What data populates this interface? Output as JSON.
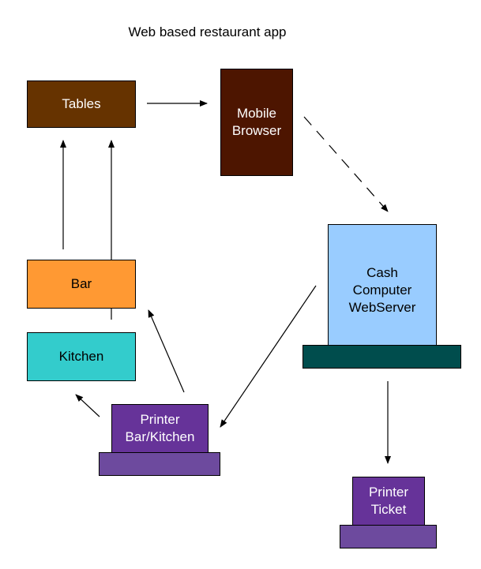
{
  "title": "Web based restaurant app",
  "colors": {
    "tables": "#663300",
    "mobile_browser": "#4d1500",
    "bar": "#ff9933",
    "kitchen": "#33cccc",
    "cash_computer": "#99ccff",
    "server_base": "#004d4d",
    "printer": "#663399",
    "printer_base": "#6d4a9e",
    "text_dark_node": "#ffffff",
    "text_light_node": "#000000"
  },
  "nodes": {
    "tables": {
      "label": "Tables"
    },
    "mobile_browser": {
      "label": "Mobile\nBrowser"
    },
    "bar": {
      "label": "Bar"
    },
    "kitchen": {
      "label": "Kitchen"
    },
    "cash_computer": {
      "label": "Cash\nComputer\nWebServer"
    },
    "printer_bar_kitchen": {
      "label": "Printer\nBar/Kitchen"
    },
    "printer_ticket": {
      "label": "Printer\nTicket"
    }
  },
  "edges": [
    {
      "from": "tables",
      "to": "mobile_browser",
      "style": "solid"
    },
    {
      "from": "mobile_browser",
      "to": "cash_computer",
      "style": "dashed"
    },
    {
      "from": "cash_computer",
      "to": "printer_bar_kitchen",
      "style": "solid"
    },
    {
      "from": "cash_computer",
      "to": "printer_ticket",
      "style": "solid"
    },
    {
      "from": "printer_bar_kitchen",
      "to": "bar",
      "style": "solid"
    },
    {
      "from": "printer_bar_kitchen",
      "to": "kitchen",
      "style": "solid"
    },
    {
      "from": "bar",
      "to": "tables",
      "style": "solid"
    },
    {
      "from": "kitchen",
      "to": "tables",
      "style": "solid"
    }
  ]
}
